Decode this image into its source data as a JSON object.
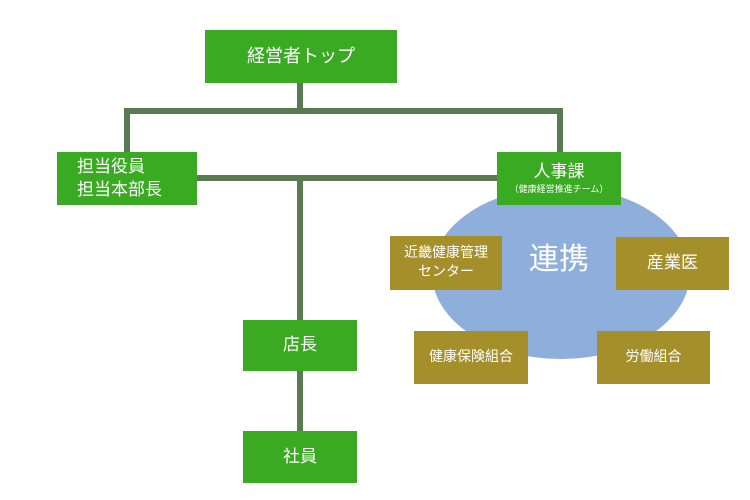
{
  "nodes": {
    "top": "経営者トップ",
    "officer_line1": "担当役員",
    "officer_line2": "担当本部長",
    "hr_title": "人事課",
    "hr_subtitle": "（健康経営推進チーム）",
    "store_manager": "店長",
    "employee": "社員"
  },
  "partners": {
    "hub_label": "連携",
    "kinki_line1": "近畿健康管理",
    "kinki_line2": "センター",
    "occupational_doctor": "産業医",
    "health_insurance": "健康保険組合",
    "labor_union": "労働組合"
  },
  "colors": {
    "node_green": "#3aaa23",
    "partner_gold": "#a58f2b",
    "connector": "#5a7a52",
    "hub_blue": "#8eaedb",
    "text": "#ffffff"
  }
}
